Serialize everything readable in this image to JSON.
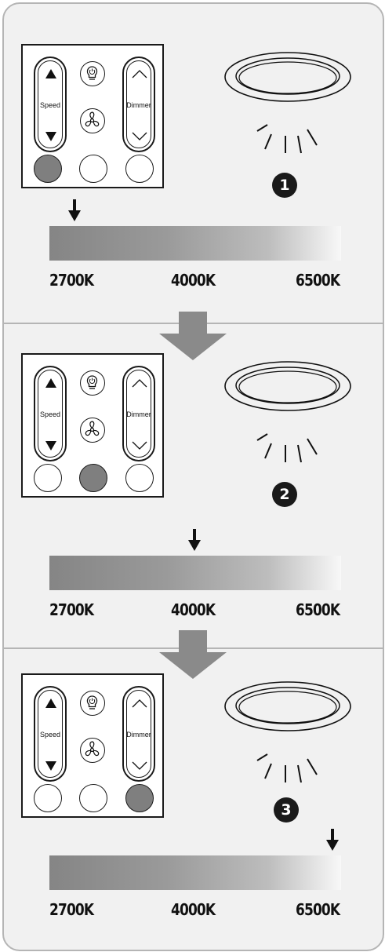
{
  "remote": {
    "speed_label": "Speed",
    "dimmer_label": "Dimmer"
  },
  "scale_labels": [
    "2700K",
    "4000K",
    "6500K"
  ],
  "steps": [
    {
      "number": "1",
      "active_button": 1,
      "marker_position": "2700K"
    },
    {
      "number": "2",
      "active_button": 2,
      "marker_position": "4000K"
    },
    {
      "number": "3",
      "active_button": 3,
      "marker_position": "6500K"
    }
  ],
  "colors": {
    "frame_bg": "#f1f1f1",
    "active_button": "#7f7f7f",
    "transition_arrow": "#8a8a8a"
  },
  "icons": [
    "power-bulb-icon",
    "fan-icon",
    "speed-up-icon",
    "speed-down-icon",
    "dimmer-up-icon",
    "dimmer-down-icon",
    "ceiling-light-icon",
    "down-arrow-icon"
  ]
}
